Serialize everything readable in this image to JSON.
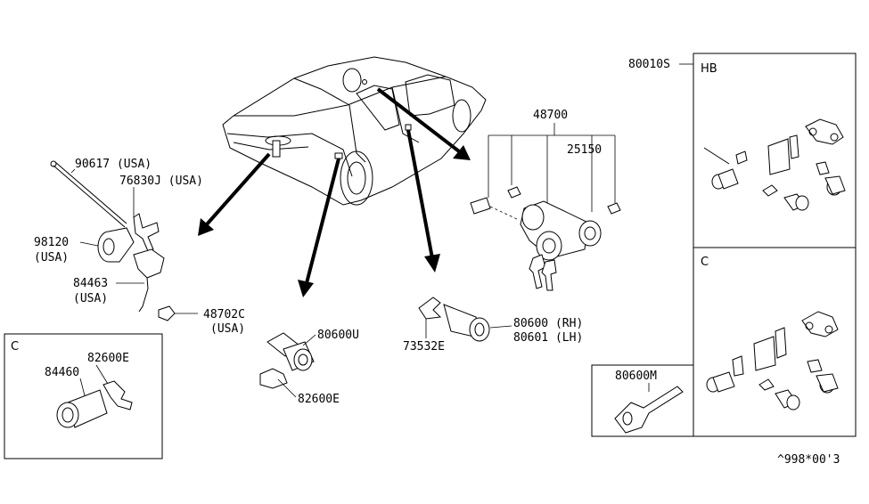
{
  "diagram": {
    "parts": {
      "p90617": "90617 (USA)",
      "p76830j": "76830J (USA)",
      "p98120": "98120",
      "p98120_sub": "(USA)",
      "p84463": "84463",
      "p84463_sub": "(USA)",
      "p48702c": "48702C",
      "p48702c_sub": "(USA)",
      "p80600u": "80600U",
      "p82600e_mid": "82600E",
      "p48700": "48700",
      "p25150": "25150",
      "p80600": "80600 (RH)",
      "p80601": "80601 (LH)",
      "p73532e": "73532E",
      "p80010s": "80010S",
      "p80600m": "80600M",
      "p84460": "84460",
      "p82600e_box": "82600E"
    },
    "sections": {
      "hb": "HB",
      "c_right": "C",
      "c_left": "C"
    },
    "footer_code": "^998*00'3"
  }
}
